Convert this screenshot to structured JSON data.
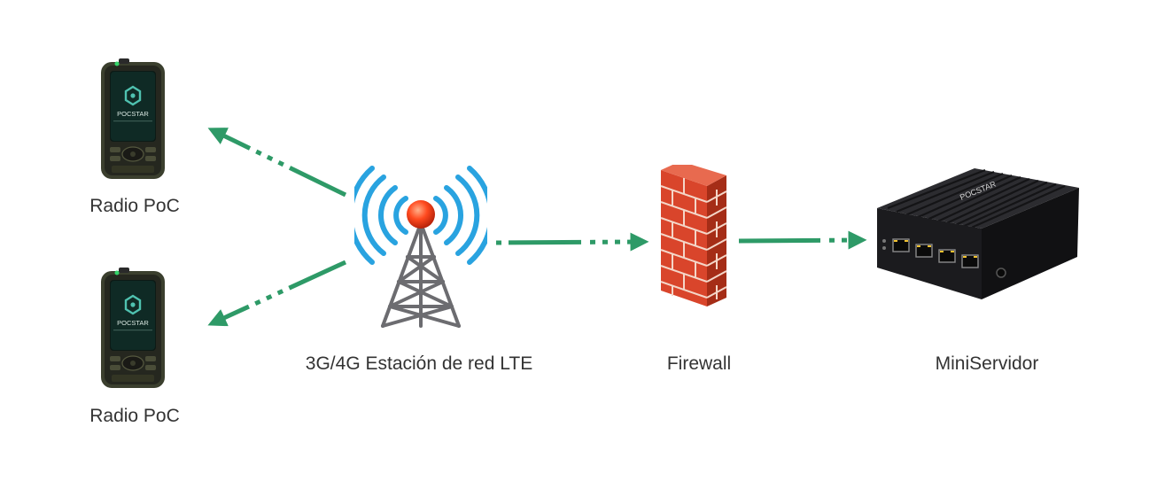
{
  "diagram": {
    "nodes": {
      "radio_top": {
        "label": "Radio PoC",
        "brand": "POCSTAR"
      },
      "radio_bottom": {
        "label": "Radio PoC",
        "brand": "POCSTAR"
      },
      "tower": {
        "label": "3G/4G Estación de red LTE"
      },
      "firewall": {
        "label": "Firewall"
      },
      "server": {
        "label": "MiniServidor",
        "brand": "POCSTAR"
      }
    },
    "edges": [
      {
        "from": "tower",
        "to": "radio_top"
      },
      {
        "from": "tower",
        "to": "radio_bottom"
      },
      {
        "from": "tower",
        "to": "firewall"
      },
      {
        "from": "firewall",
        "to": "server"
      }
    ],
    "colors": {
      "arrow": "#2e9a67",
      "brick": "#d9452b",
      "signal": "#29a3e0",
      "tower_light": "#ff4a1f",
      "server_body": "#1b1b1e"
    }
  }
}
